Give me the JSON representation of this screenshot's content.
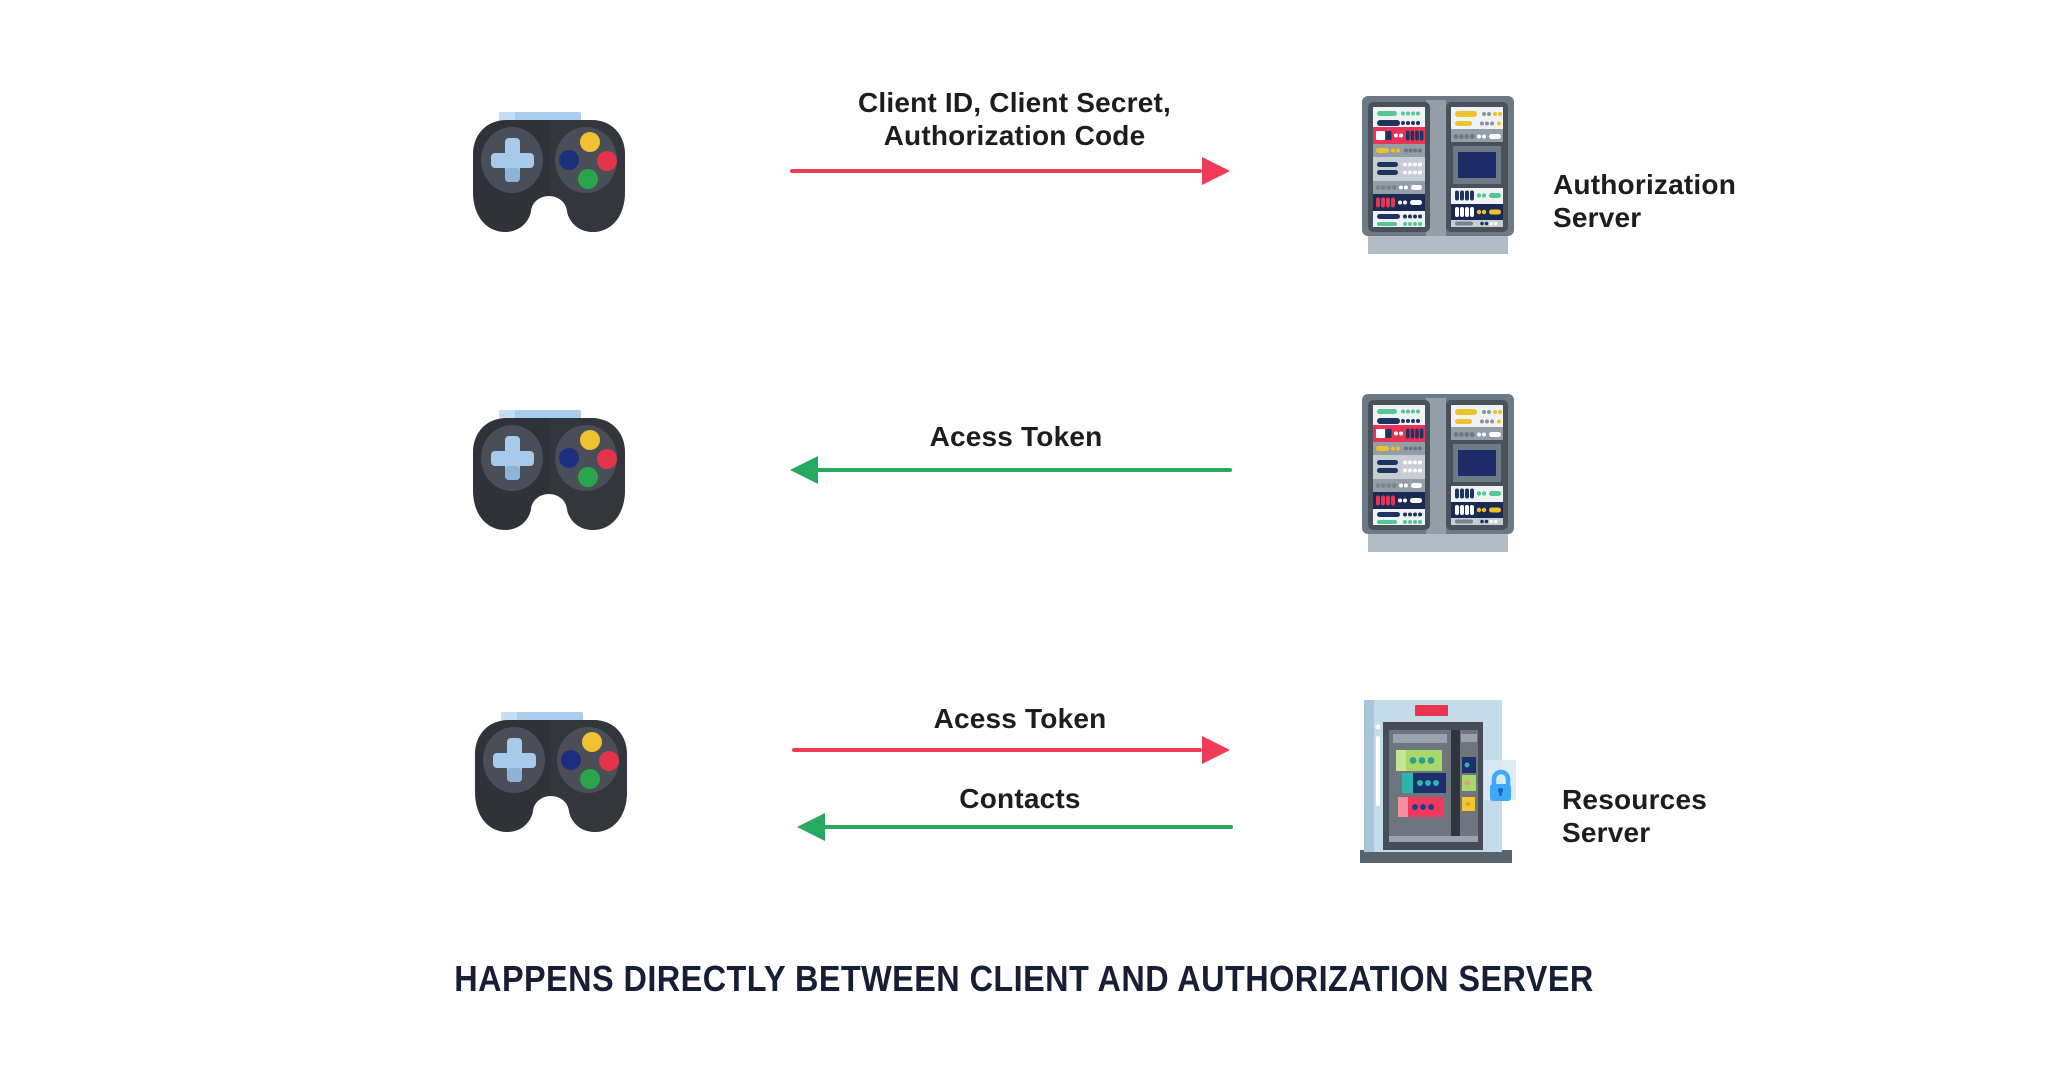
{
  "row1": {
    "message_line1": "Client ID, Client Secret,",
    "message_line2": "Authorization Code",
    "arrow_direction": "right",
    "server_label_line1": "Authorization",
    "server_label_line2": "Server"
  },
  "row2": {
    "message": "Acess Token",
    "arrow_direction": "left"
  },
  "row3": {
    "message_request": "Acess Token",
    "request_arrow_direction": "right",
    "message_response": "Contacts",
    "response_arrow_direction": "left",
    "server_label_line1": "Resources",
    "server_label_line2": "Server"
  },
  "footer": {
    "text": "HAPPENS DIRECTLY BETWEEN CLIENT AND AUTHORIZATION SERVER"
  },
  "icons": {
    "client": "game-controller-icon",
    "authorization_server": "server-rack-icon",
    "resources_server": "secure-server-cabinet-icon"
  },
  "colors": {
    "arrow_red": "#ee3a55",
    "arrow_green": "#27a95f",
    "message_text": "#1d1d1f",
    "footer_text": "#171e36"
  }
}
